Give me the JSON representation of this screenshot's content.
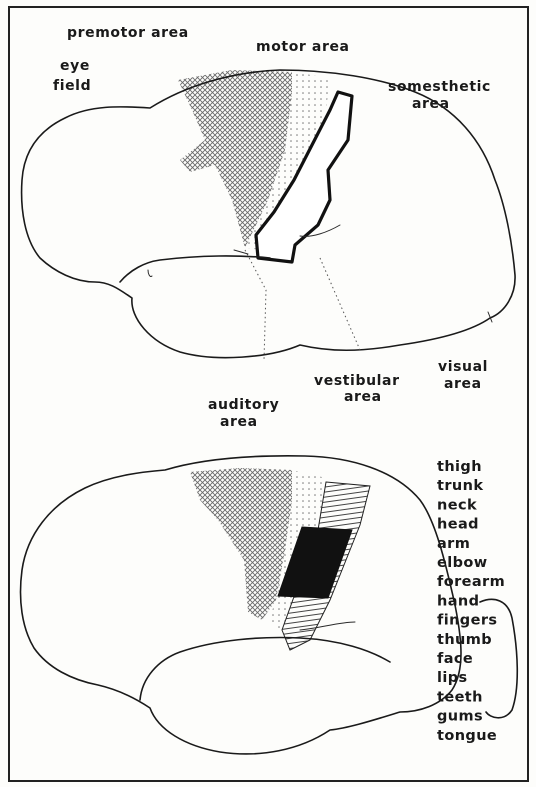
{
  "colors": {
    "ink": "#1a1a1a",
    "paper": "#fdfdfb",
    "hatch": "#6a6a6a",
    "solid_region": "#111111"
  },
  "upper_diagram": {
    "labels": {
      "premotor_area": "premotor area",
      "motor_area": "motor area",
      "eye_field_line1": "eye",
      "eye_field_line2": "field",
      "somesthetic_line1": "somesthetic",
      "somesthetic_line2": "area",
      "visual_line1": "visual",
      "visual_line2": "area",
      "vestibular_line1": "vestibular",
      "vestibular_line2": "area",
      "auditory_line1": "auditory",
      "auditory_line2": "area"
    }
  },
  "lower_diagram": {
    "body_map": [
      "thigh",
      "trunk",
      "neck",
      "head",
      "arm",
      "elbow",
      "forearm",
      "hand",
      "fingers",
      "thumb",
      "face",
      "lips",
      "teeth",
      "gums",
      "tongue"
    ]
  }
}
